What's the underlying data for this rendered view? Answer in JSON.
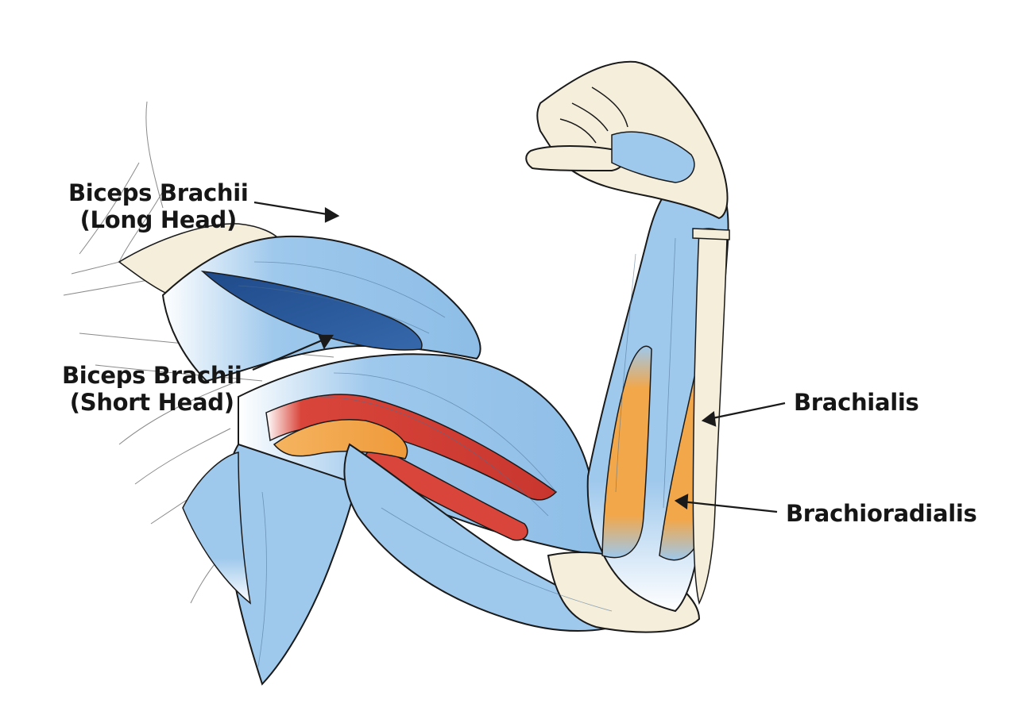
{
  "colors": {
    "muscle_blue": "#9ec8ec",
    "muscle_blue_dark": "#2f5d9c",
    "muscle_red": "#d9453a",
    "muscle_orange": "#f2a74a",
    "bone": "#f4eedb",
    "outline": "#1a1a1a"
  },
  "labels": {
    "long_head": {
      "line1": "Biceps Brachii",
      "line2": "(Long Head)"
    },
    "short_head": {
      "line1": "Biceps Brachii",
      "line2": "(Short Head)"
    },
    "brachialis": "Brachialis",
    "brachioradialis": "Brachioradialis"
  }
}
